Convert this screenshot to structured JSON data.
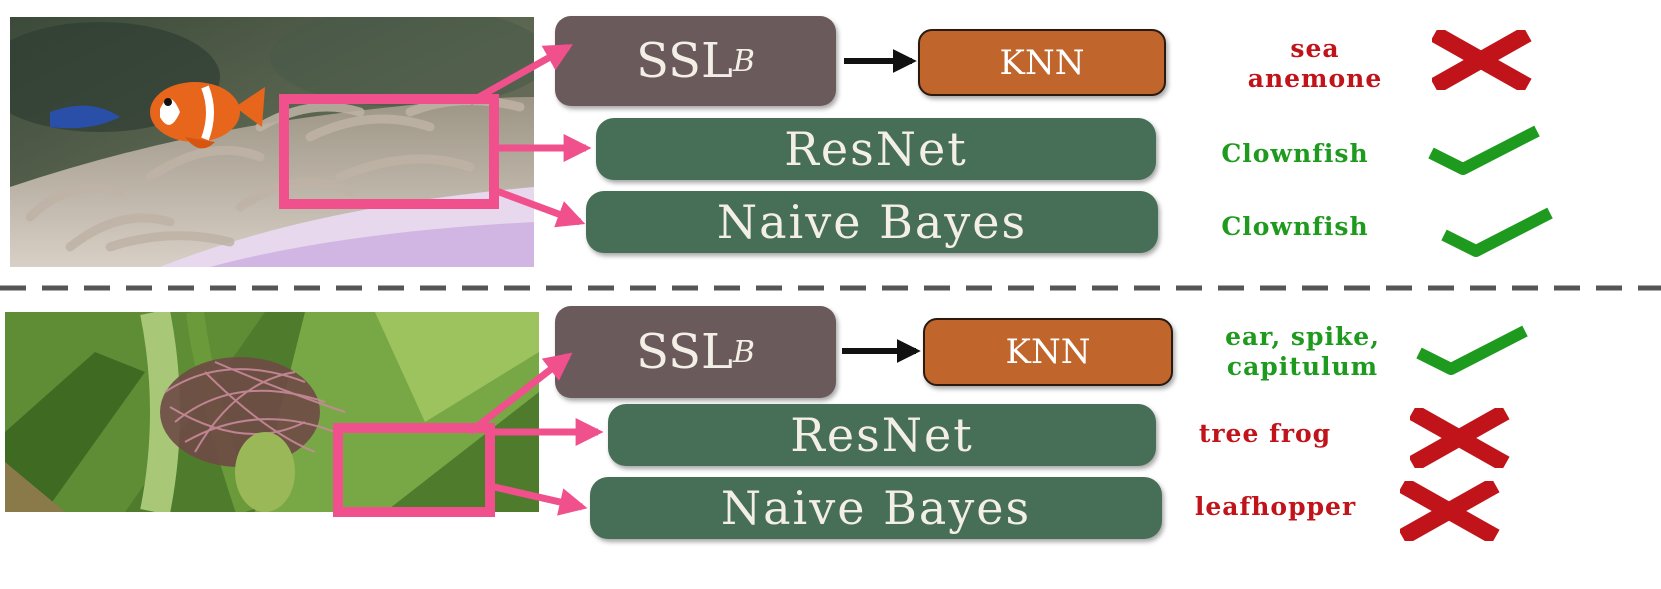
{
  "colors": {
    "ssl_box": "#6b5a5b",
    "model_box": "#476e56",
    "knn_box": "#c0652c",
    "arrow_pink": "#f0508c",
    "wrong": "#c0141a",
    "right": "#1e9a1e",
    "divider": "#555555"
  },
  "top": {
    "ssl_label": "SSL",
    "ssl_sub": "B",
    "knn_label": "KNN",
    "resnet_label": "ResNet",
    "naive_bayes_label": "Naive Bayes",
    "knn_prediction_line1": "sea",
    "knn_prediction_line2": "anemone",
    "knn_result": "cross-icon",
    "resnet_prediction": "Clownfish",
    "resnet_result": "check-icon",
    "naive_bayes_prediction": "Clownfish",
    "naive_bayes_result": "check-icon"
  },
  "bottom": {
    "ssl_label": "SSL",
    "ssl_sub": "B",
    "knn_label": "KNN",
    "resnet_label": "ResNet",
    "naive_bayes_label": "Naive Bayes",
    "knn_prediction_line1": "ear, spike,",
    "knn_prediction_line2": "capitulum",
    "knn_result": "check-icon",
    "resnet_prediction": "tree frog",
    "resnet_result": "cross-icon",
    "naive_bayes_prediction": "leafhopper",
    "naive_bayes_result": "cross-icon"
  }
}
